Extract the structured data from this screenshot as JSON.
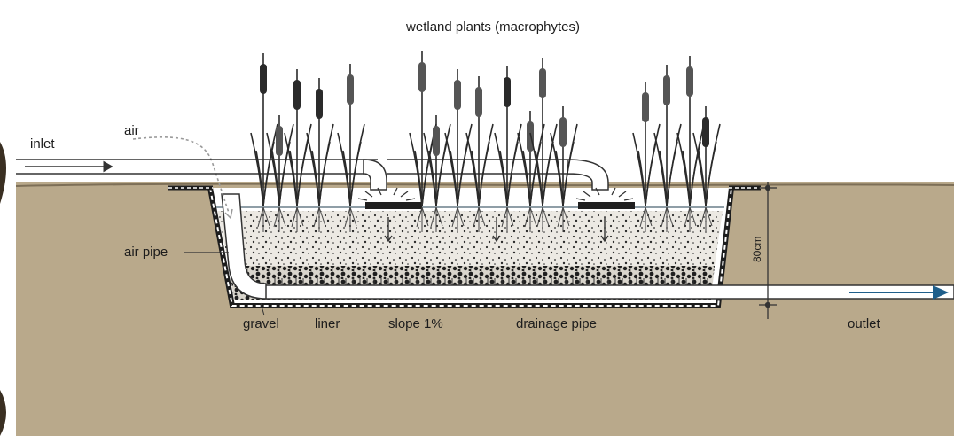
{
  "title": "wetland plants (macrophytes)",
  "labels": {
    "inlet": "inlet",
    "air": "air",
    "air_pipe": "air pipe",
    "gravel": "gravel",
    "liner": "liner",
    "slope": "slope 1%",
    "drainage_pipe": "drainage pipe",
    "outlet": "outlet",
    "depth": "80cm"
  },
  "colors": {
    "soil": "#b9a98b",
    "gravel_fine": "#ece9e3",
    "gravel_coarse": "#1f1f1f",
    "pipe": "#ffffff",
    "flow_arrow": "#1f5f8b",
    "plant": "#2a2a2a",
    "cattail_head": "#555555"
  },
  "icons": {
    "cattail": "cattail-icon",
    "spray_nozzle": "spray-nozzle-icon",
    "flow_arrow": "flow-arrow-icon"
  }
}
